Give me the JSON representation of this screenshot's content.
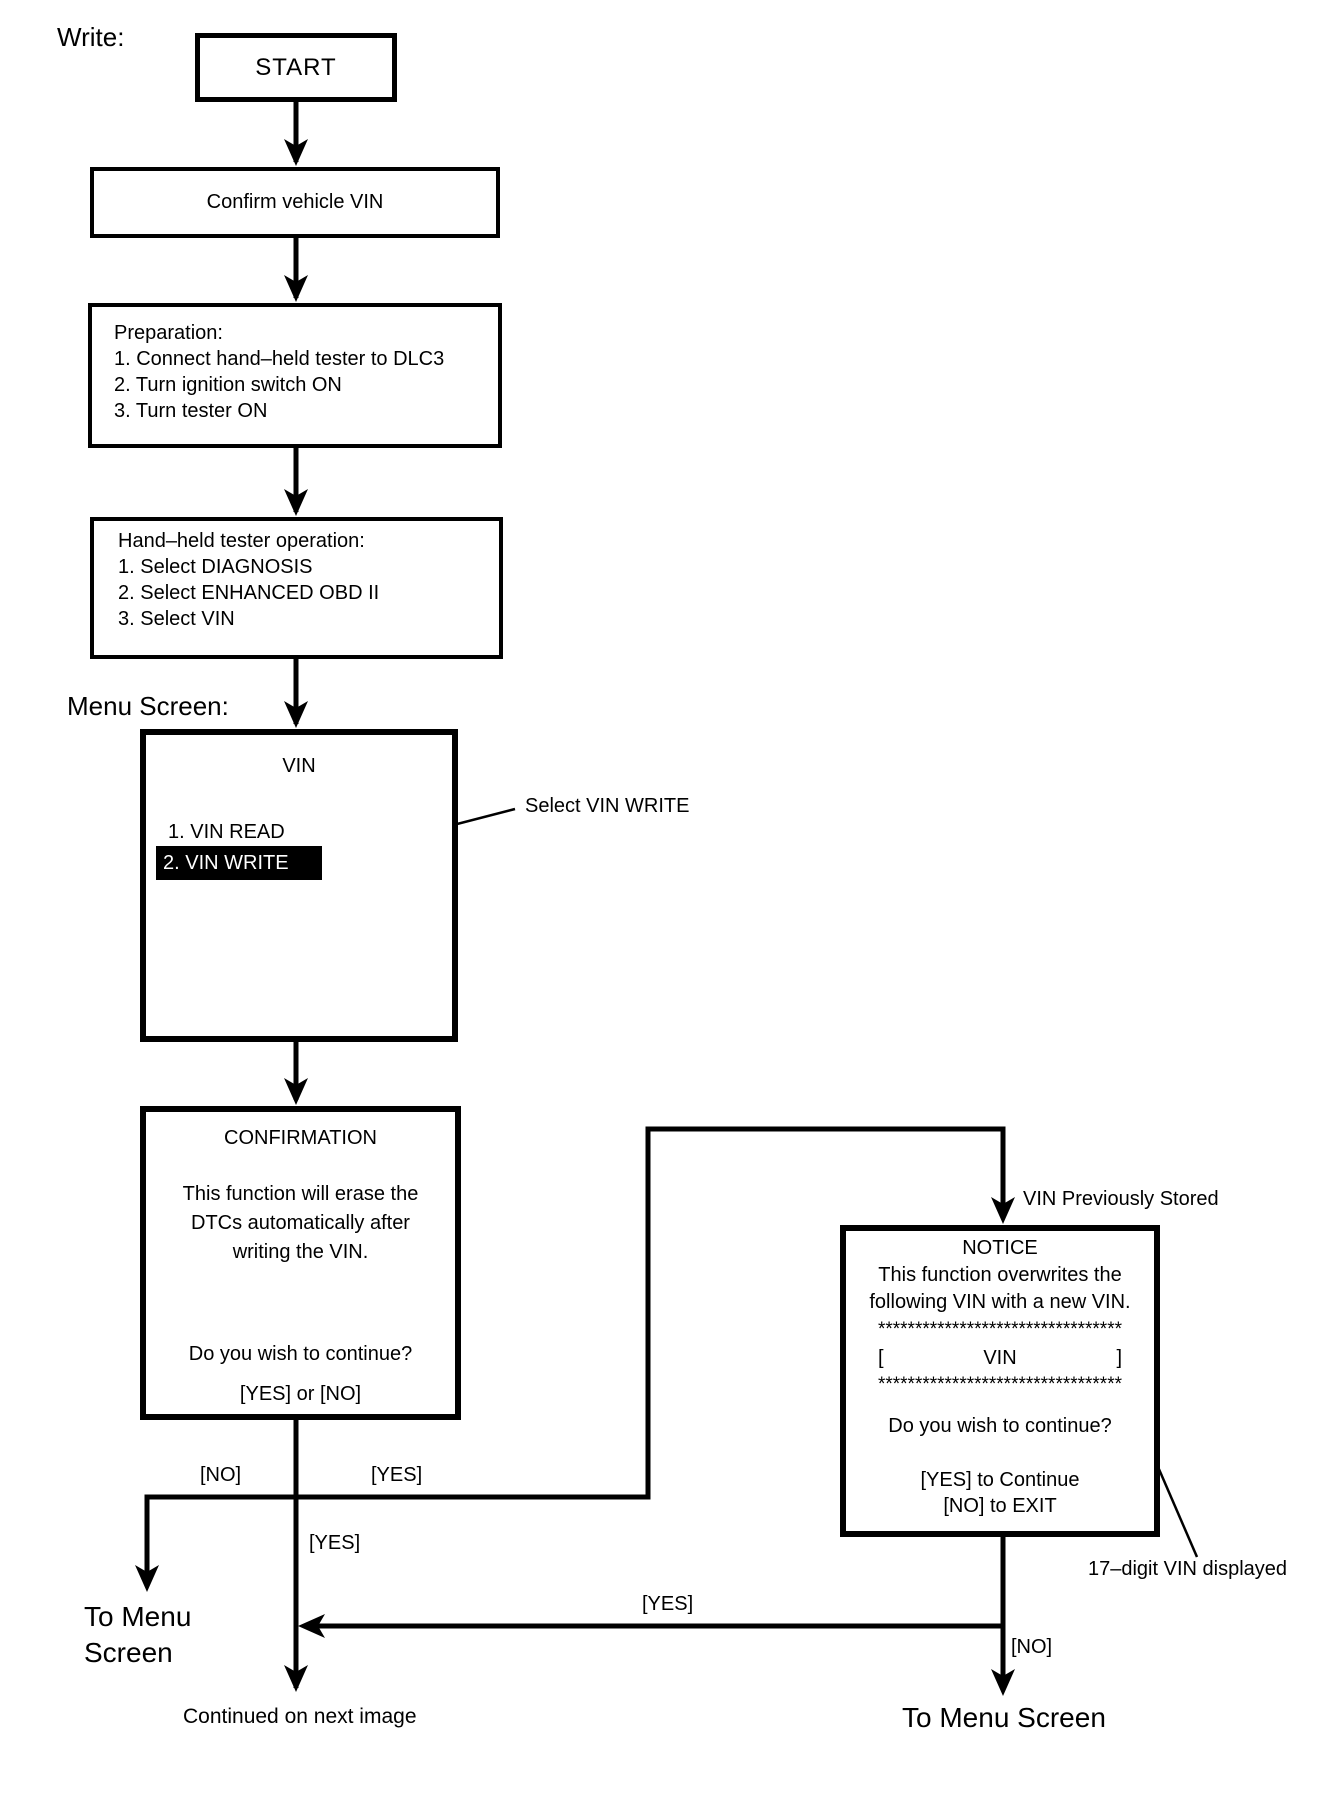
{
  "page": {
    "write_label": "Write:",
    "menu_screen_label": "Menu Screen:"
  },
  "flow": {
    "start": "START",
    "confirm_vin": "Confirm vehicle VIN",
    "preparation": {
      "title": "Preparation:",
      "steps": [
        "1. Connect hand–held tester to DLC3",
        "2. Turn ignition switch ON",
        "3. Turn tester ON"
      ]
    },
    "tester_operation": {
      "title": "Hand–held tester operation:",
      "steps": [
        "1. Select DIAGNOSIS",
        "2. Select ENHANCED OBD II",
        "3. Select VIN"
      ]
    },
    "vin_menu": {
      "title": "VIN",
      "item_read": "1. VIN READ",
      "item_write": "2. VIN WRITE",
      "callout": "Select VIN WRITE"
    },
    "confirmation": {
      "title": "CONFIRMATION",
      "body": [
        "This function will erase the",
        "DTCs automatically after",
        "writing the VIN."
      ],
      "question": "Do you wish to continue?",
      "options": "[YES] or [NO]"
    },
    "notice": {
      "annotation": "VIN Previously Stored",
      "title": "NOTICE",
      "body": [
        "This function overwrites the",
        "following VIN with a new VIN."
      ],
      "asterisks": "*********************************",
      "vin_open": "[",
      "vin_label": "VIN",
      "vin_close": "]",
      "question": "Do you wish to continue?",
      "yes_line": "[YES] to Continue",
      "no_line": "[NO] to EXIT",
      "vin_callout": "17–digit VIN displayed"
    },
    "branches": {
      "no_label": "[NO]",
      "yes_label": "[YES]",
      "yes_label_center": "[YES]",
      "yes_label_return": "[YES]",
      "no_label_notice": "[NO]",
      "to_menu_line1": "To Menu",
      "to_menu_line2": "Screen",
      "continued": "Continued on next image",
      "to_menu_screen": "To Menu Screen"
    }
  }
}
